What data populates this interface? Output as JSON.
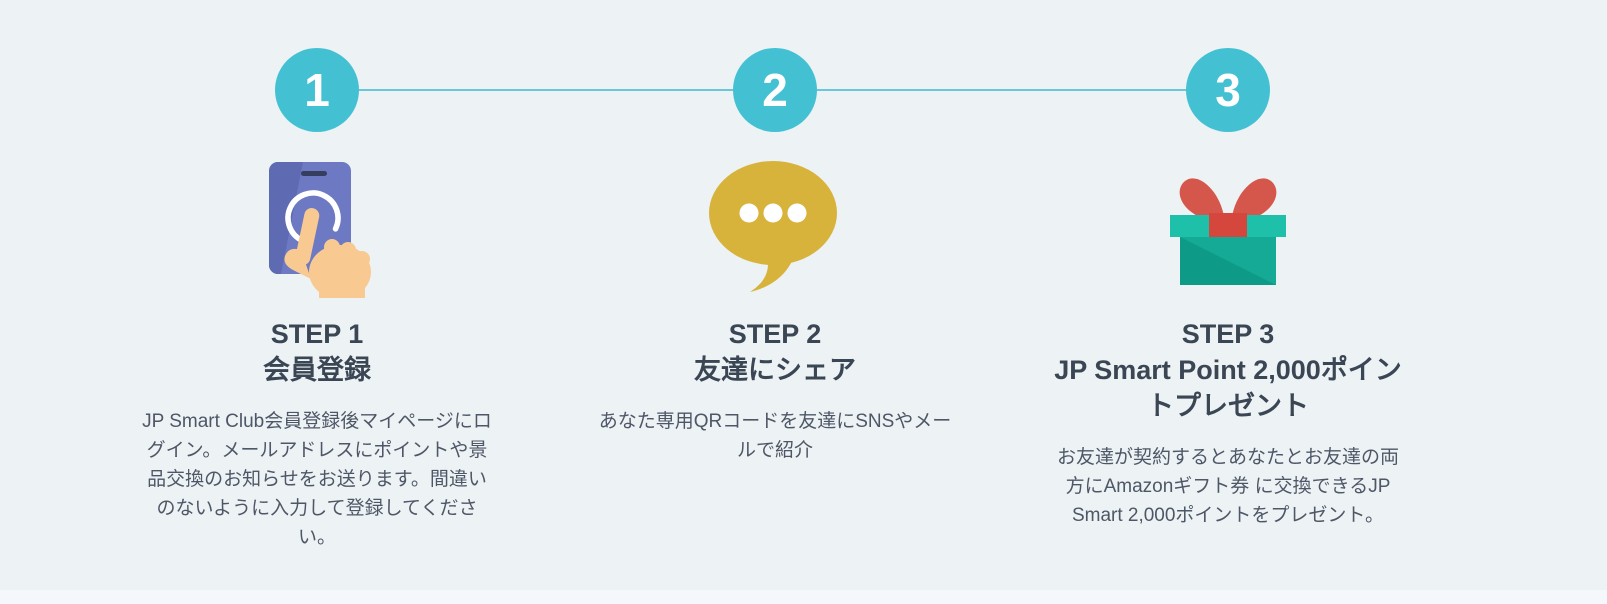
{
  "page": {
    "background_color": "#edf2f5",
    "accent_color": "#43c1d3",
    "connector_color": "#69c7d9",
    "heading_color": "#3b4654",
    "body_text_color": "#4e5766"
  },
  "steps": [
    {
      "number": "1",
      "step_label": "STEP 1",
      "title": "会員登録",
      "description": "JP Smart Club会員登録後マイページにログイン。メールアドレスにポイントや景品交換のお知らせをお送ります。間違いのないように入力して登録してください。",
      "icon": "touch-phone-icon",
      "icon_colors": {
        "device": "#6d79c3",
        "device_shade": "#5e6ab1",
        "speaker": "#353e5e",
        "ring": "#ffffff",
        "hand": "#f8ca92"
      }
    },
    {
      "number": "2",
      "step_label": "STEP 2",
      "title": "友達にシェア",
      "description": "あなた専用QRコードを友達にSNSやメールで紹介",
      "icon": "speech-bubble-icon",
      "icon_colors": {
        "bubble": "#d8b33c",
        "dots": "#ffffff"
      }
    },
    {
      "number": "3",
      "step_label": "STEP 3",
      "title": "JP Smart Point 2,000ポイントプレゼント",
      "description": "お友達が契約するとあなたとお友達の両方にAmazonギフト券 に交換できるJP Smart 2,000ポイントをプレゼント。",
      "icon": "gift-icon",
      "icon_colors": {
        "box": "#15aa95",
        "box_shade": "#0d9b88",
        "lid": "#1fc0a9",
        "ribbon": "#d5574b",
        "knot": "#d5463c"
      }
    }
  ]
}
